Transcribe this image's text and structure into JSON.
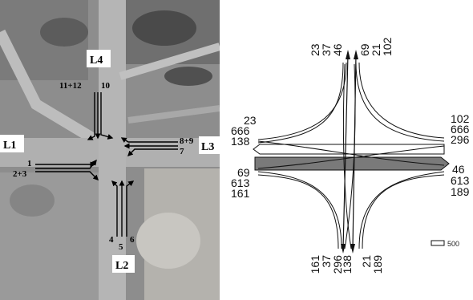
{
  "photo": {
    "legs": {
      "l1": "L1",
      "l2": "L2",
      "l3": "L3",
      "l4": "L4"
    },
    "movements": {
      "m1": "1",
      "m2_3": "2+3",
      "m4": "4",
      "m5": "5",
      "m6": "6",
      "m7": "7",
      "m8_9": "8+9",
      "m10": "10",
      "m11_12": "11+12"
    }
  },
  "flow_diagram": {
    "north": [
      "46",
      "37",
      "23",
      "69",
      "21",
      "102"
    ],
    "west": [
      "23",
      "666",
      "138",
      "69",
      "613",
      "161"
    ],
    "east": [
      "102",
      "666",
      "296",
      "46",
      "613",
      "189"
    ],
    "south": [
      "161",
      "37",
      "296",
      "138",
      "21",
      "189"
    ],
    "scale": {
      "value": "500"
    }
  }
}
